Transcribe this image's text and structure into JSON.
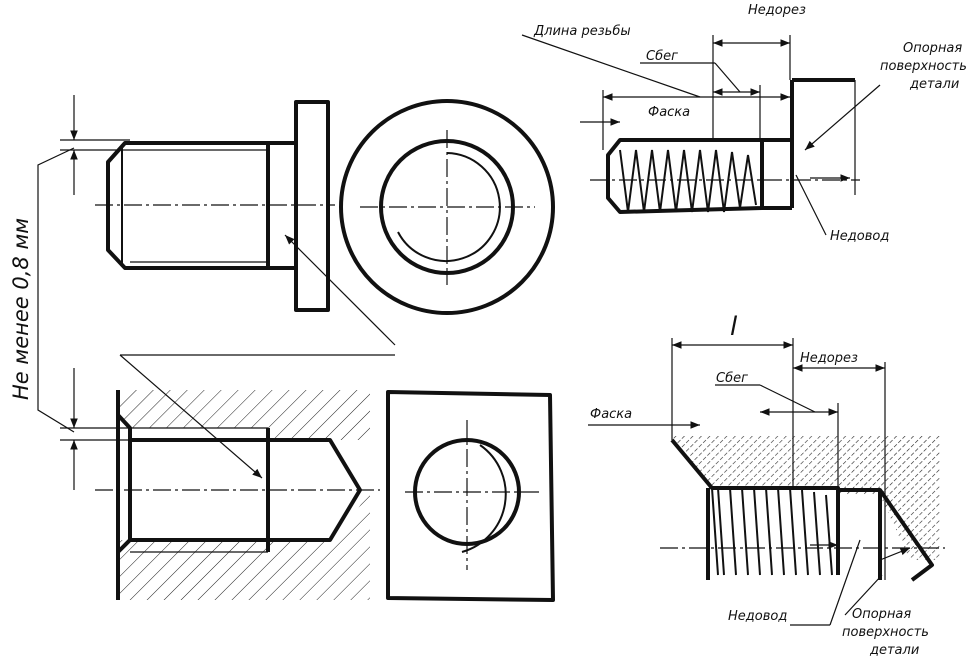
{
  "labels": {
    "min_distance": "Не менее 0,8 мм",
    "thread_length": "Длина резьбы",
    "undercut_top": "Недорез",
    "runout_top": "Сбег",
    "chamfer_top": "Фаска",
    "bearing_surface_top_1": "Опорная",
    "bearing_surface_top_2": "поверхность",
    "bearing_surface_top_3": "детали",
    "incomplete_top": "Недовод",
    "length_symbol": "l",
    "undercut_bottom": "Недорез",
    "runout_bottom": "Сбег",
    "chamfer_bottom": "Фаска",
    "incomplete_bottom": "Недовод",
    "bearing_surface_bottom_1": "Опорная",
    "bearing_surface_bottom_2": "поверхность",
    "bearing_surface_bottom_3": "детали"
  },
  "colors": {
    "ink": "#111111",
    "paper": "#ffffff"
  }
}
